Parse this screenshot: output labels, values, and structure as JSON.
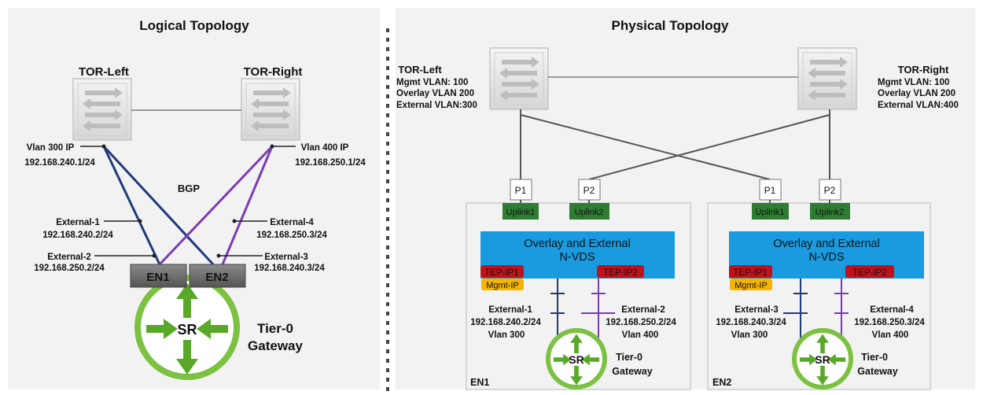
{
  "logical": {
    "title": "Logical Topology",
    "tor_left": "TOR-Left",
    "tor_right": "TOR-Right",
    "vlan_left_label": "Vlan 300 IP",
    "vlan_left_ip": "192.168.240.1/24",
    "vlan_right_label": "Vlan 400 IP",
    "vlan_right_ip": "192.168.250.1/24",
    "bgp": "BGP",
    "ext1_label": "External-1",
    "ext1_ip": "192.168.240.2/24",
    "ext2_label": "External-2",
    "ext2_ip": "192.168.250.2/24",
    "ext3_label": "External-3",
    "ext3_ip": "192.168.240.3/24",
    "ext4_label": "External-4",
    "ext4_ip": "192.168.250.3/24",
    "en1": "EN1",
    "en2": "EN2",
    "sr": "SR",
    "gw_line1": "Tier-0",
    "gw_line2": "Gateway"
  },
  "physical": {
    "title": "Physical Topology",
    "tor_left": {
      "name": "TOR-Left",
      "mgmt": "Mgmt VLAN: 100",
      "overlay": "Overlay VLAN 200",
      "external": "External VLAN:300"
    },
    "tor_right": {
      "name": "TOR-Right",
      "mgmt": "Mgmt VLAN: 100",
      "overlay": "Overlay VLAN 200",
      "external": "External VLAN:400"
    },
    "nodes": [
      {
        "name": "EN1",
        "p1": "P1",
        "p2": "P2",
        "uplink1": "Uplink1",
        "uplink2": "Uplink2",
        "nvds_line1": "Overlay and External",
        "nvds_line2": "N-VDS",
        "tep1": "TEP-IP1",
        "tep2": "TEP-IP2",
        "mgmt": "Mgmt-IP",
        "left_ext_label": "External-1",
        "left_ext_ip": "192.168.240.2/24",
        "left_ext_vlan": "Vlan 300",
        "right_ext_label": "External-2",
        "right_ext_ip": "192.168.250.2/24",
        "right_ext_vlan": "Vlan 400",
        "sr": "SR",
        "gw_line1": "Tier-0",
        "gw_line2": "Gateway"
      },
      {
        "name": "EN2",
        "p1": "P1",
        "p2": "P2",
        "uplink1": "Uplink1",
        "uplink2": "Uplink2",
        "nvds_line1": "Overlay and External",
        "nvds_line2": "N-VDS",
        "tep1": "TEP-IP1",
        "tep2": "TEP-IP2",
        "mgmt": "Mgmt-IP",
        "left_ext_label": "External-3",
        "left_ext_ip": "192.168.240.3/24",
        "left_ext_vlan": "Vlan 300",
        "right_ext_label": "External-4",
        "right_ext_ip": "192.168.250.3/24",
        "right_ext_vlan": "Vlan 400",
        "sr": "SR",
        "gw_line1": "Tier-0",
        "gw_line2": "Gateway"
      }
    ]
  },
  "colors": {
    "panel_bg": "#f2f2f2",
    "vlan300_link": "#1f3a7a",
    "vlan400_link": "#7b3bb5",
    "nvds_blue": "#1a9be0",
    "uplink_green": "#2e7d32",
    "tep_red": "#c0121c",
    "mgmt_yellow": "#f5b400",
    "gateway_green": "#7cc142",
    "node_gray": "#6b6b6b"
  },
  "icons": [
    "switch-icon",
    "router-arrows-icon"
  ]
}
